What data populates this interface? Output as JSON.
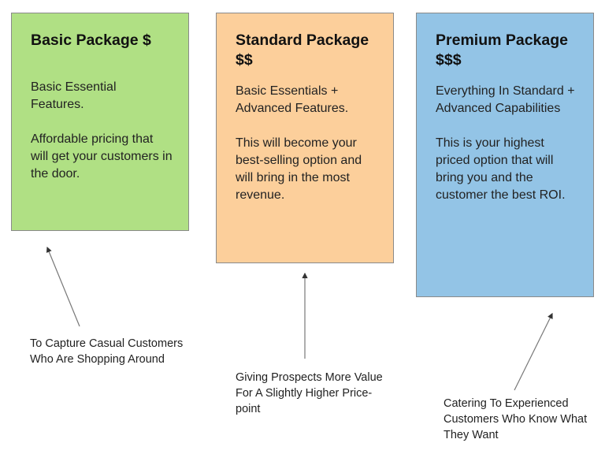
{
  "packages": [
    {
      "title": "Basic Package $",
      "line1": "Basic Essential Features.",
      "line2": "Affordable pricing that will get your customers in the door.",
      "color": "#b0e084",
      "caption": "To Capture Casual Customers Who Are Shopping Around"
    },
    {
      "title": "Standard Package $$",
      "line1": "Basic Essentials + Advanced Features.",
      "line2": "This will become your best-selling option and will bring in the most revenue.",
      "color": "#fccf9b",
      "caption": "Giving Prospects More Value For A Slightly Higher Price-point"
    },
    {
      "title": "Premium Package $$$",
      "line1": "Everything In Standard + Advanced Capabilities",
      "line2": "This is your highest priced option that will bring you and the customer the best ROI.",
      "color": "#93c4e6",
      "caption": "Catering To Experienced Customers Who Know What They Want"
    }
  ]
}
